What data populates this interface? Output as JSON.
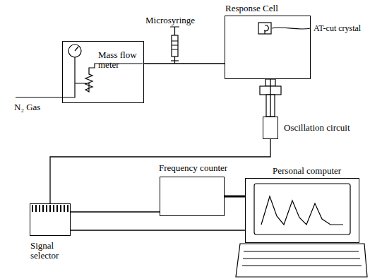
{
  "diagram": {
    "nodes": [
      {
        "text": [
          "Response Cell"
        ]
      },
      {
        "text": [
          "Mass flow meter"
        ]
      },
      {
        "text": [
          "Oscillation circuit"
        ]
      },
      {
        "text": [
          "Signal selector"
        ]
      },
      {
        "text": [
          "Frequency counter"
        ]
      },
      {
        "text": [
          "Personal computer"
        ]
      }
    ],
    "edges": [
      {
        "from": 1,
        "to": 0,
        "arrow": "none"
      },
      {
        "from": 0,
        "to": 2,
        "arrow": "none"
      },
      {
        "from": 2,
        "to": 3,
        "arrow": "none"
      },
      {
        "from": 3,
        "to": 4,
        "arrow": "none"
      },
      {
        "from": 4,
        "to": 5,
        "arrow": "none"
      },
      {
        "from": 3,
        "to": 5,
        "arrow": "none"
      }
    ],
    "labels": [
      "Microsyringe",
      "AT-cut crystal",
      "N₂ Gas"
    ]
  }
}
